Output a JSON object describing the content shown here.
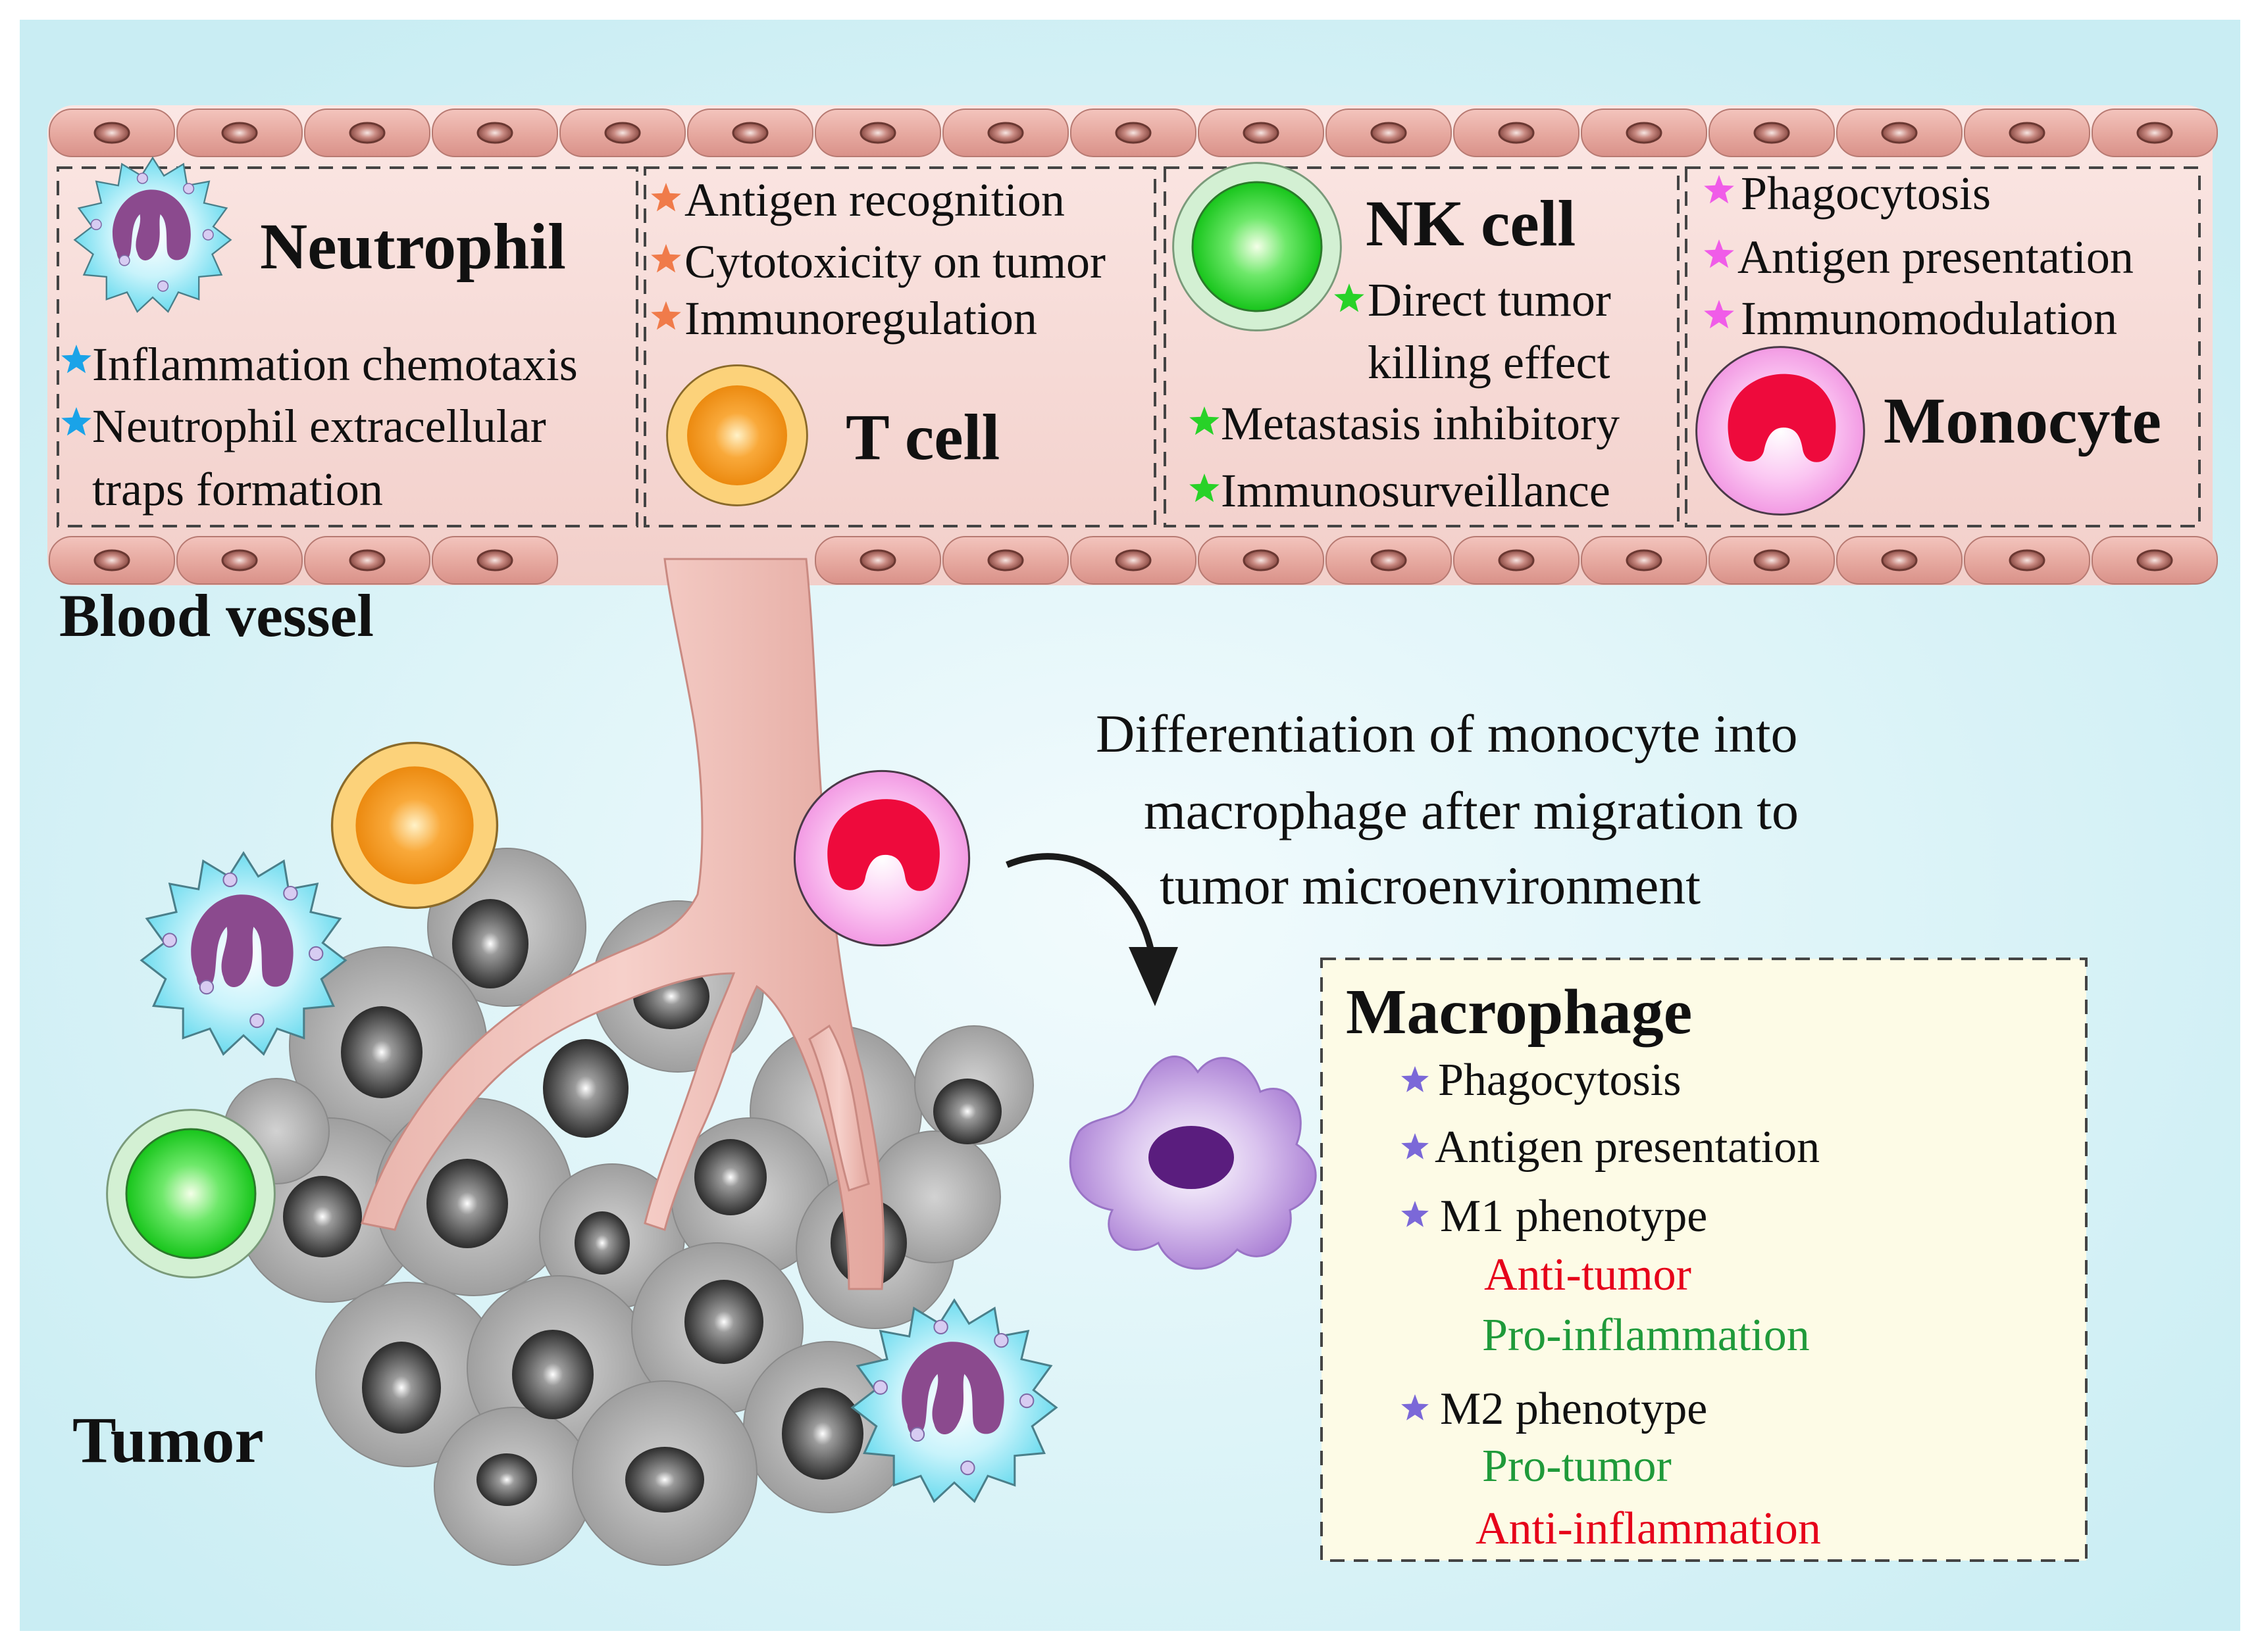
{
  "labels": {
    "neutrophil": "Neutrophil",
    "t_cell": "T cell",
    "nk_cell": "NK cell",
    "monocyte": "Monocyte",
    "blood_vessel": "Blood vessel",
    "tumor": "Tumor",
    "macrophage": "Macrophage"
  },
  "neutrophil_functions": [
    "Inflammation chemotaxis",
    "Neutrophil extracellular",
    "traps formation"
  ],
  "t_cell_functions": [
    "Antigen recognition",
    "Cytotoxicity on tumor",
    "Immunoregulation"
  ],
  "nk_cell_functions": [
    "Direct tumor",
    "killing effect",
    "Metastasis inhibitory",
    "Immunosurveillance"
  ],
  "monocyte_functions": [
    "Phagocytosis",
    "Antigen presentation",
    "Immunomodulation"
  ],
  "differentiation_note": [
    "Differentiation of monocyte into",
    "macrophage after migration to",
    "tumor microenvironment"
  ],
  "macrophage_functions": {
    "phagocytosis": "Phagocytosis",
    "antigen_presentation": "Antigen presentation",
    "m1": "M1 phenotype",
    "m1_a": "Anti-tumor",
    "m1_b": "Pro-inflammation",
    "m2": "M2 phenotype",
    "m2_a": "Pro-tumor",
    "m2_b": "Anti-inflammation"
  },
  "colors": {
    "background": "#cdeef4",
    "vessel": "#e2a79f",
    "neutrophil_star": "#1aa3e8",
    "t_cell_star": "#f07b4a",
    "nk_star": "#28d228",
    "monocyte_star": "#f05ce8",
    "macrophage_star": "#7b68d8",
    "red_text": "#e6001a",
    "green_text": "#1f9a3a"
  }
}
